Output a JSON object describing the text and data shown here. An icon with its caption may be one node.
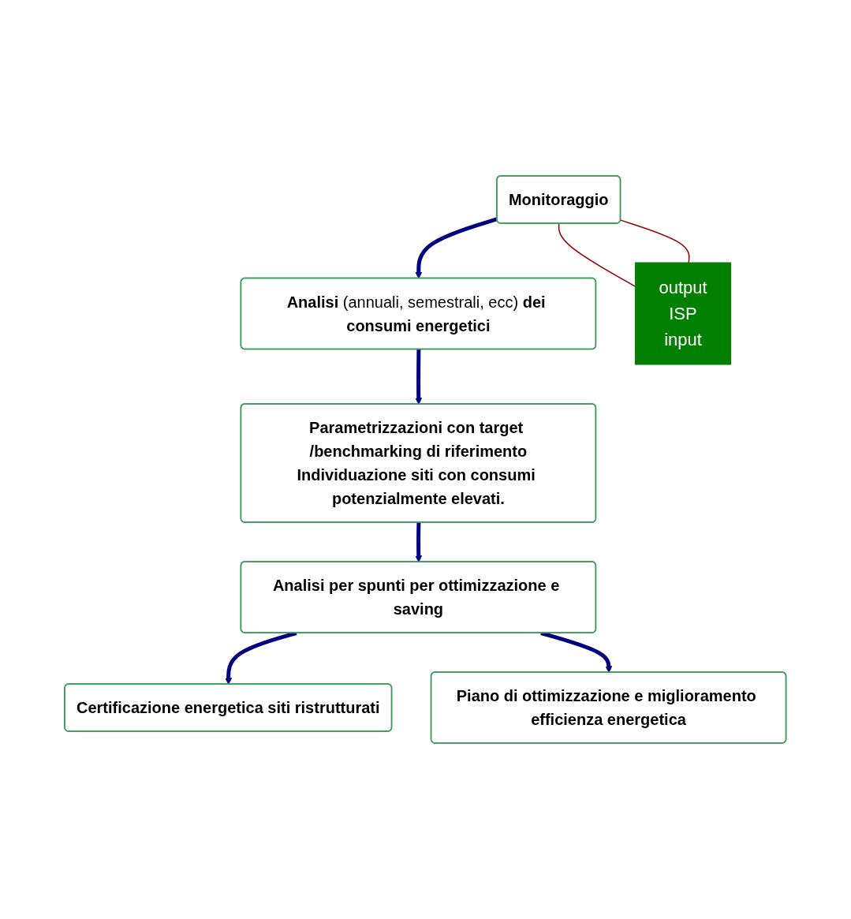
{
  "diagram": {
    "nodes": [
      {
        "text": [
          "Monitoraggio"
        ]
      },
      {
        "text": [
          "**Analisi** (annuali, semestrali, ecc) **dei consumi energetici**"
        ]
      },
      {
        "text": [
          "Parametrizzazioni con target /benchmarking di riferimento",
          "Individuazione siti con consumi potenzialmente elevati."
        ]
      },
      {
        "text": [
          "Analisi per spunti per ottimizzazione e saving"
        ]
      },
      {
        "text": [
          "Certificazione energetica siti ristrutturati"
        ]
      },
      {
        "text": [
          "Piano di ottimizzazione e miglioramento efficienza energetica"
        ]
      },
      {
        "text": [
          "output",
          "ISP",
          "input"
        ]
      }
    ],
    "edges": [
      {
        "from": 0,
        "to": 1,
        "arrow": "to"
      },
      {
        "from": 1,
        "to": 2,
        "arrow": "to"
      },
      {
        "from": 2,
        "to": 3,
        "arrow": "to"
      },
      {
        "from": 3,
        "to": 4,
        "arrow": "to"
      },
      {
        "from": 3,
        "to": 5,
        "arrow": "to"
      },
      {
        "from": 0,
        "to": 6,
        "arrow": "none",
        "color": "#990000"
      },
      {
        "from": 0,
        "to": 6,
        "arrow": "none",
        "color": "#990000"
      }
    ]
  }
}
